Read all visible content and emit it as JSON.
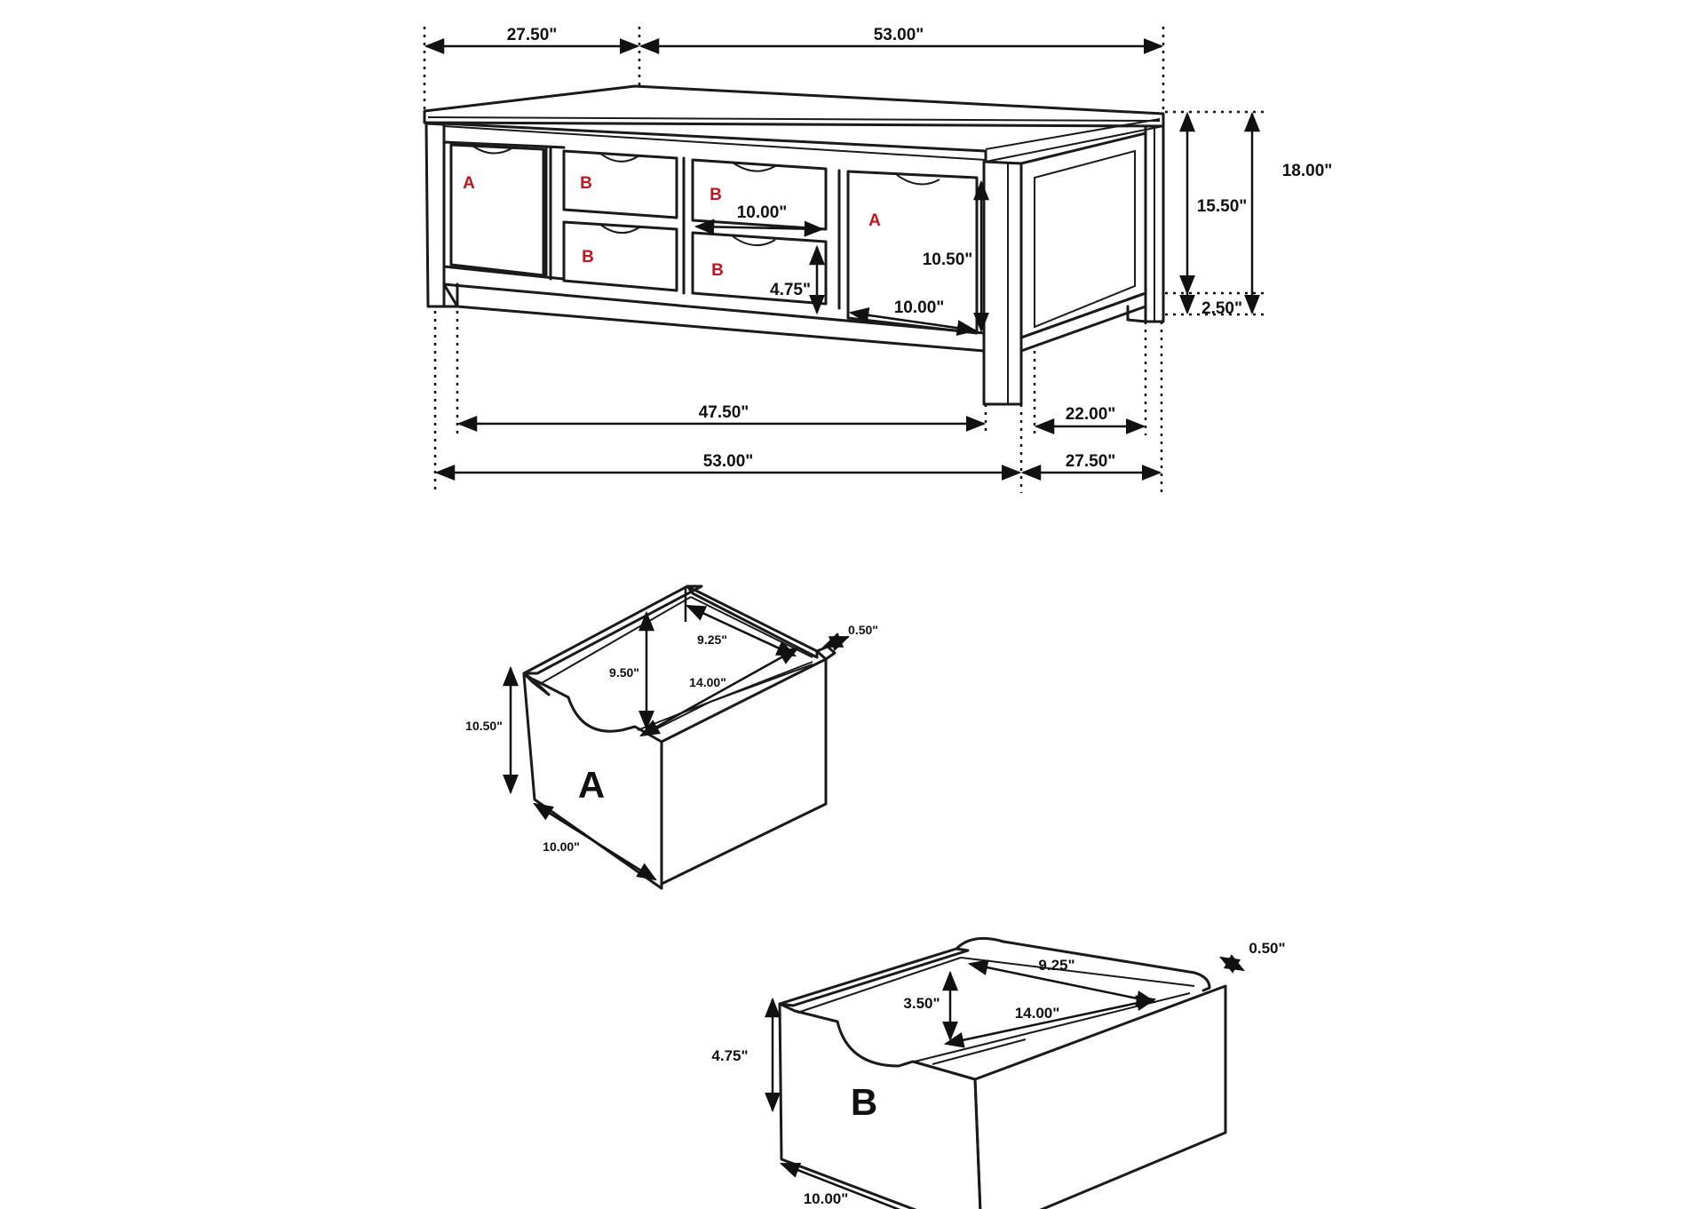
{
  "colors": {
    "drawer_label": "#c0141e",
    "line": "#1a1a1a"
  },
  "table": {
    "top_depth": "27.50\"",
    "top_width": "53.00\"",
    "total_height": "18.00\"",
    "body_height": "15.50\"",
    "leg_clearance": "2.50\"",
    "inner_width": "47.50\"",
    "inner_depth": "22.00\"",
    "base_width": "53.00\"",
    "base_depth": "27.50\"",
    "drawer_b_width": "10.00\"",
    "drawer_b_height": "4.75\"",
    "drawer_a_height": "10.50\"",
    "drawer_a_width": "10.00\"",
    "drawer_labels": {
      "left_a": "A",
      "top_b1": "B",
      "top_b2": "B",
      "bottom_b1": "B",
      "bottom_b2": "B",
      "right_a": "A"
    }
  },
  "drawer_a": {
    "letter": "A",
    "height": "10.50\"",
    "width": "10.00\"",
    "inner_height": "9.50\"",
    "inner_width": "9.25\"",
    "inner_length": "14.00\"",
    "thickness": "0.50\""
  },
  "drawer_b": {
    "letter": "B",
    "height": "4.75\"",
    "width": "10.00\"",
    "inner_height": "3.50\"",
    "inner_width": "9.25\"",
    "inner_length": "14.00\"",
    "thickness": "0.50\""
  }
}
